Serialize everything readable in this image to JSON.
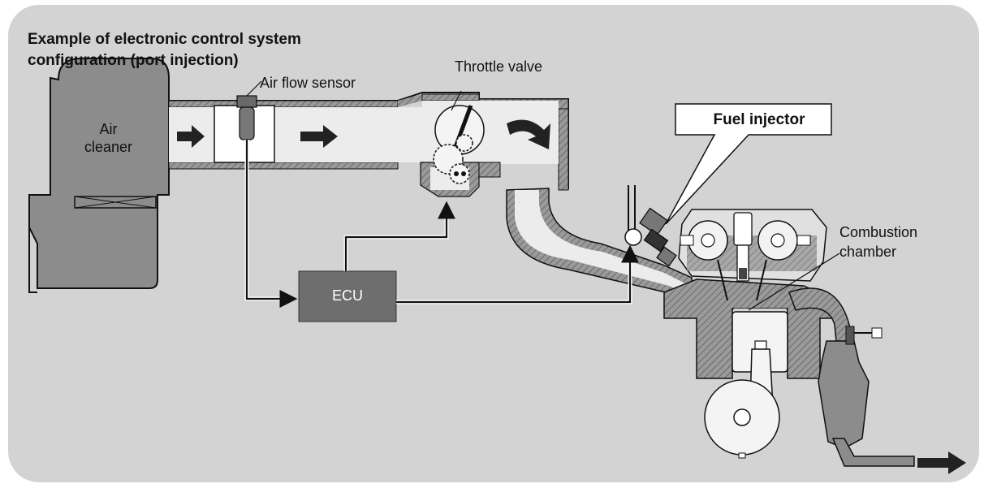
{
  "title": {
    "line1": "Example of electronic control system",
    "line2": "configuration (port injection)"
  },
  "labels": {
    "air_cleaner_line1": "Air",
    "air_cleaner_line2": "cleaner",
    "air_flow_sensor": "Air flow sensor",
    "throttle_valve": "Throttle valve",
    "fuel_injector": "Fuel injector",
    "combustion_line1": "Combustion",
    "combustion_line2": "chamber",
    "ecu": "ECU"
  },
  "colors": {
    "panel": "#d3d3d3",
    "component_fill": "#8c8c8c",
    "ecu_fill": "#6e6e6e",
    "duct_fill": "#ececec",
    "line": "#111111"
  }
}
